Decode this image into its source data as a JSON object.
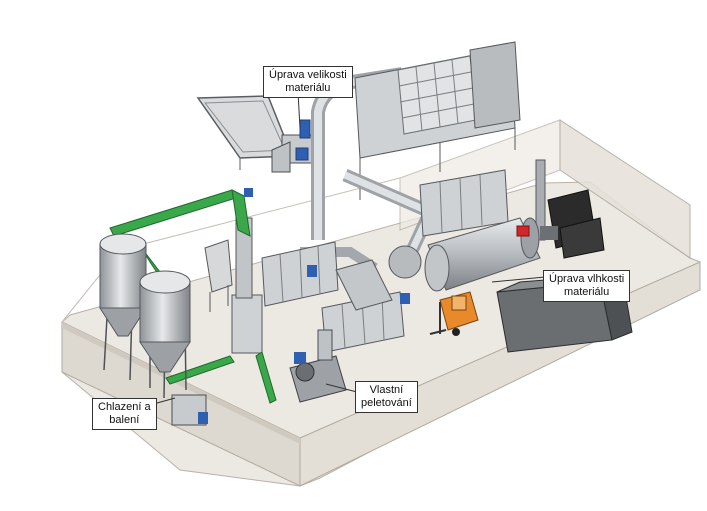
{
  "callouts": {
    "size_prep": {
      "line1": "Úprava velikosti",
      "line2": "materiálu"
    },
    "moisture_prep": {
      "line1": "Úprava vlhkosti",
      "line2": "materiálu"
    },
    "pelletizing": {
      "line1": "Vlastní",
      "line2": "peletování"
    },
    "cooling_packing": {
      "line1": "Chlazení a",
      "line2": "balení"
    }
  },
  "colors": {
    "conveyor": "#3aa84a",
    "motor": "#2f5fb0",
    "forklift": "#e8892a",
    "burner_box": "#2b2b2b",
    "metal": "#b9bcbf",
    "building": "#dcd7cf"
  }
}
